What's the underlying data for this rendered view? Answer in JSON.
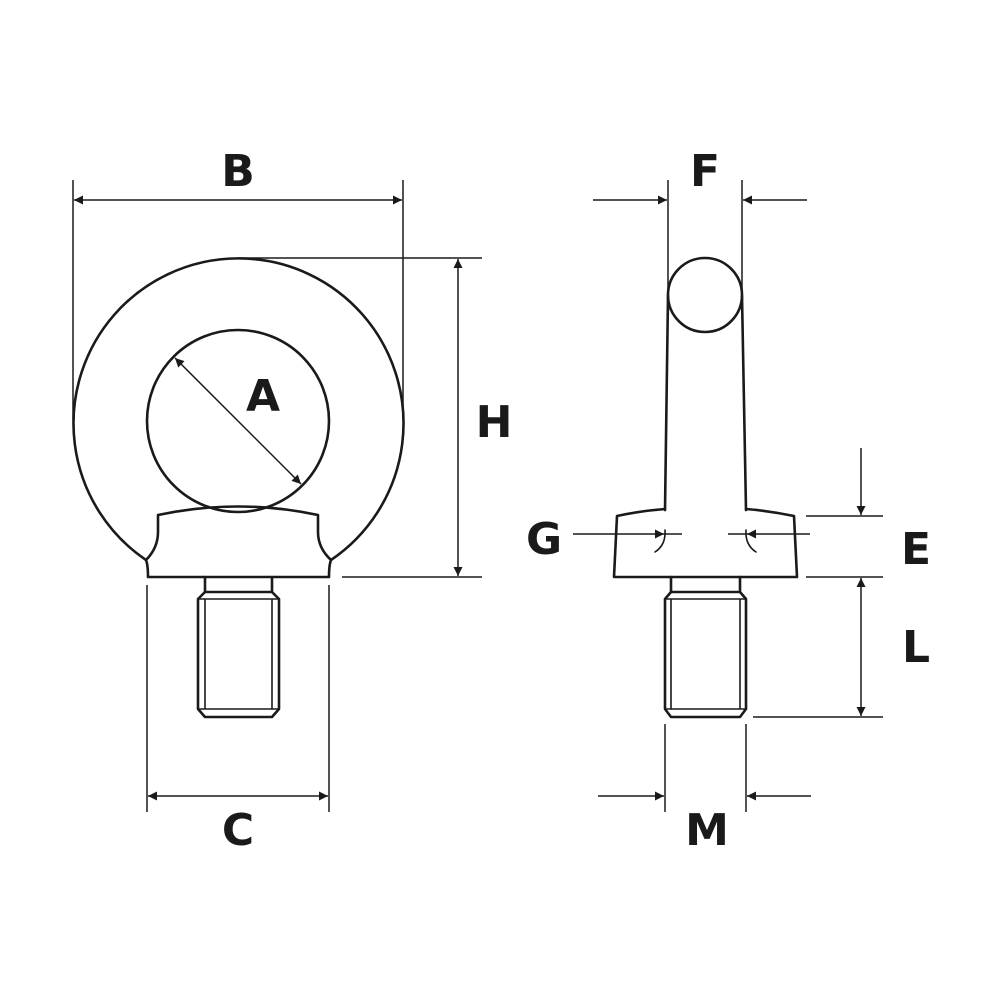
{
  "diagram": {
    "labels": {
      "A": "A",
      "B": "B",
      "C": "C",
      "E": "E",
      "F": "F",
      "G": "G",
      "H": "H",
      "L": "L",
      "M": "M"
    }
  }
}
